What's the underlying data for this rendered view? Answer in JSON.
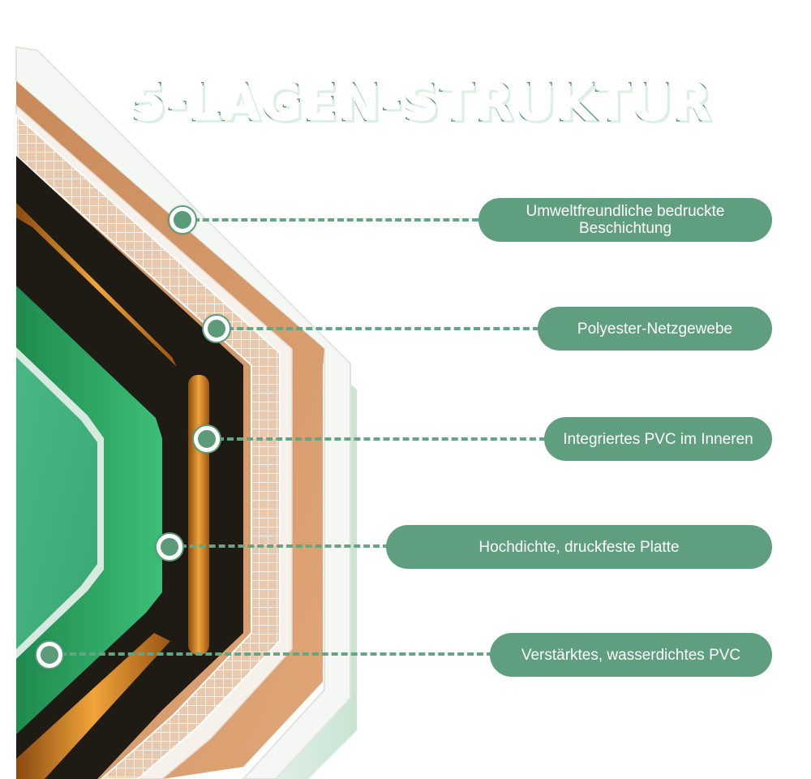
{
  "title": "5-LAGEN-STRUKTUR",
  "colors": {
    "accent_green": "#5f9e7f",
    "board_green": "#2fa866",
    "orange_layer": "#d98a2c",
    "white_coating": "#f3f6f3",
    "mint_outer": "#d7ecdf"
  },
  "callouts": [
    {
      "text": "Umweltfreundliche bedruckte\nBeschichtung"
    },
    {
      "text": "Polyester-Netzgewebe"
    },
    {
      "text": "Integriertes PVC im Inneren"
    },
    {
      "text": "Hochdichte, druckfeste Platte"
    },
    {
      "text": "Verstärktes, wasserdichtes PVC"
    }
  ]
}
